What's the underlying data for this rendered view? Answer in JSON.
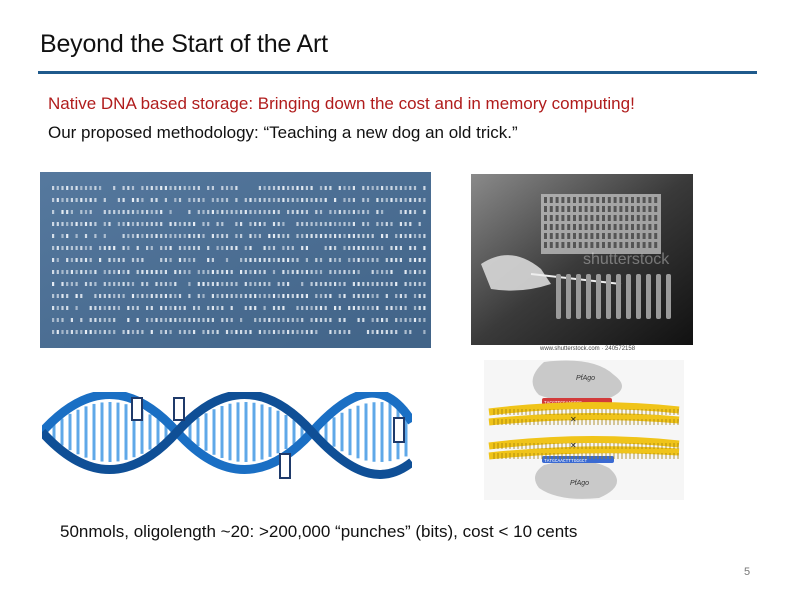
{
  "slide": {
    "title": "Beyond the Start of the Art",
    "line1": "Native DNA based storage: Bringing down the cost and in memory computing!",
    "line2": "Our proposed methodology: “Teaching a new dog an old trick.”",
    "caption": "50nmols, oligolength ~20: >200,000 “punches” (bits), cost < 10 cents",
    "page_number": "5"
  },
  "images": {
    "photo_credit": "www.shutterstock.com · 240572158",
    "photo_watermark": "shutterstock",
    "pfago_top_label": "PfAgo",
    "pfago_bottom_label": "PfAgo",
    "guide_top_sequence": "TACGTTCGAACGCC",
    "guide_bottom_sequence": "TATGCAACTTTGGGCT"
  },
  "colors": {
    "title_rule": "#1f5a8c",
    "accent_red": "#b01c1c",
    "punch_card_blue": "#4a6e94",
    "dna_blue": "#1a6fc4",
    "strand_yellow": "#f0c419"
  }
}
